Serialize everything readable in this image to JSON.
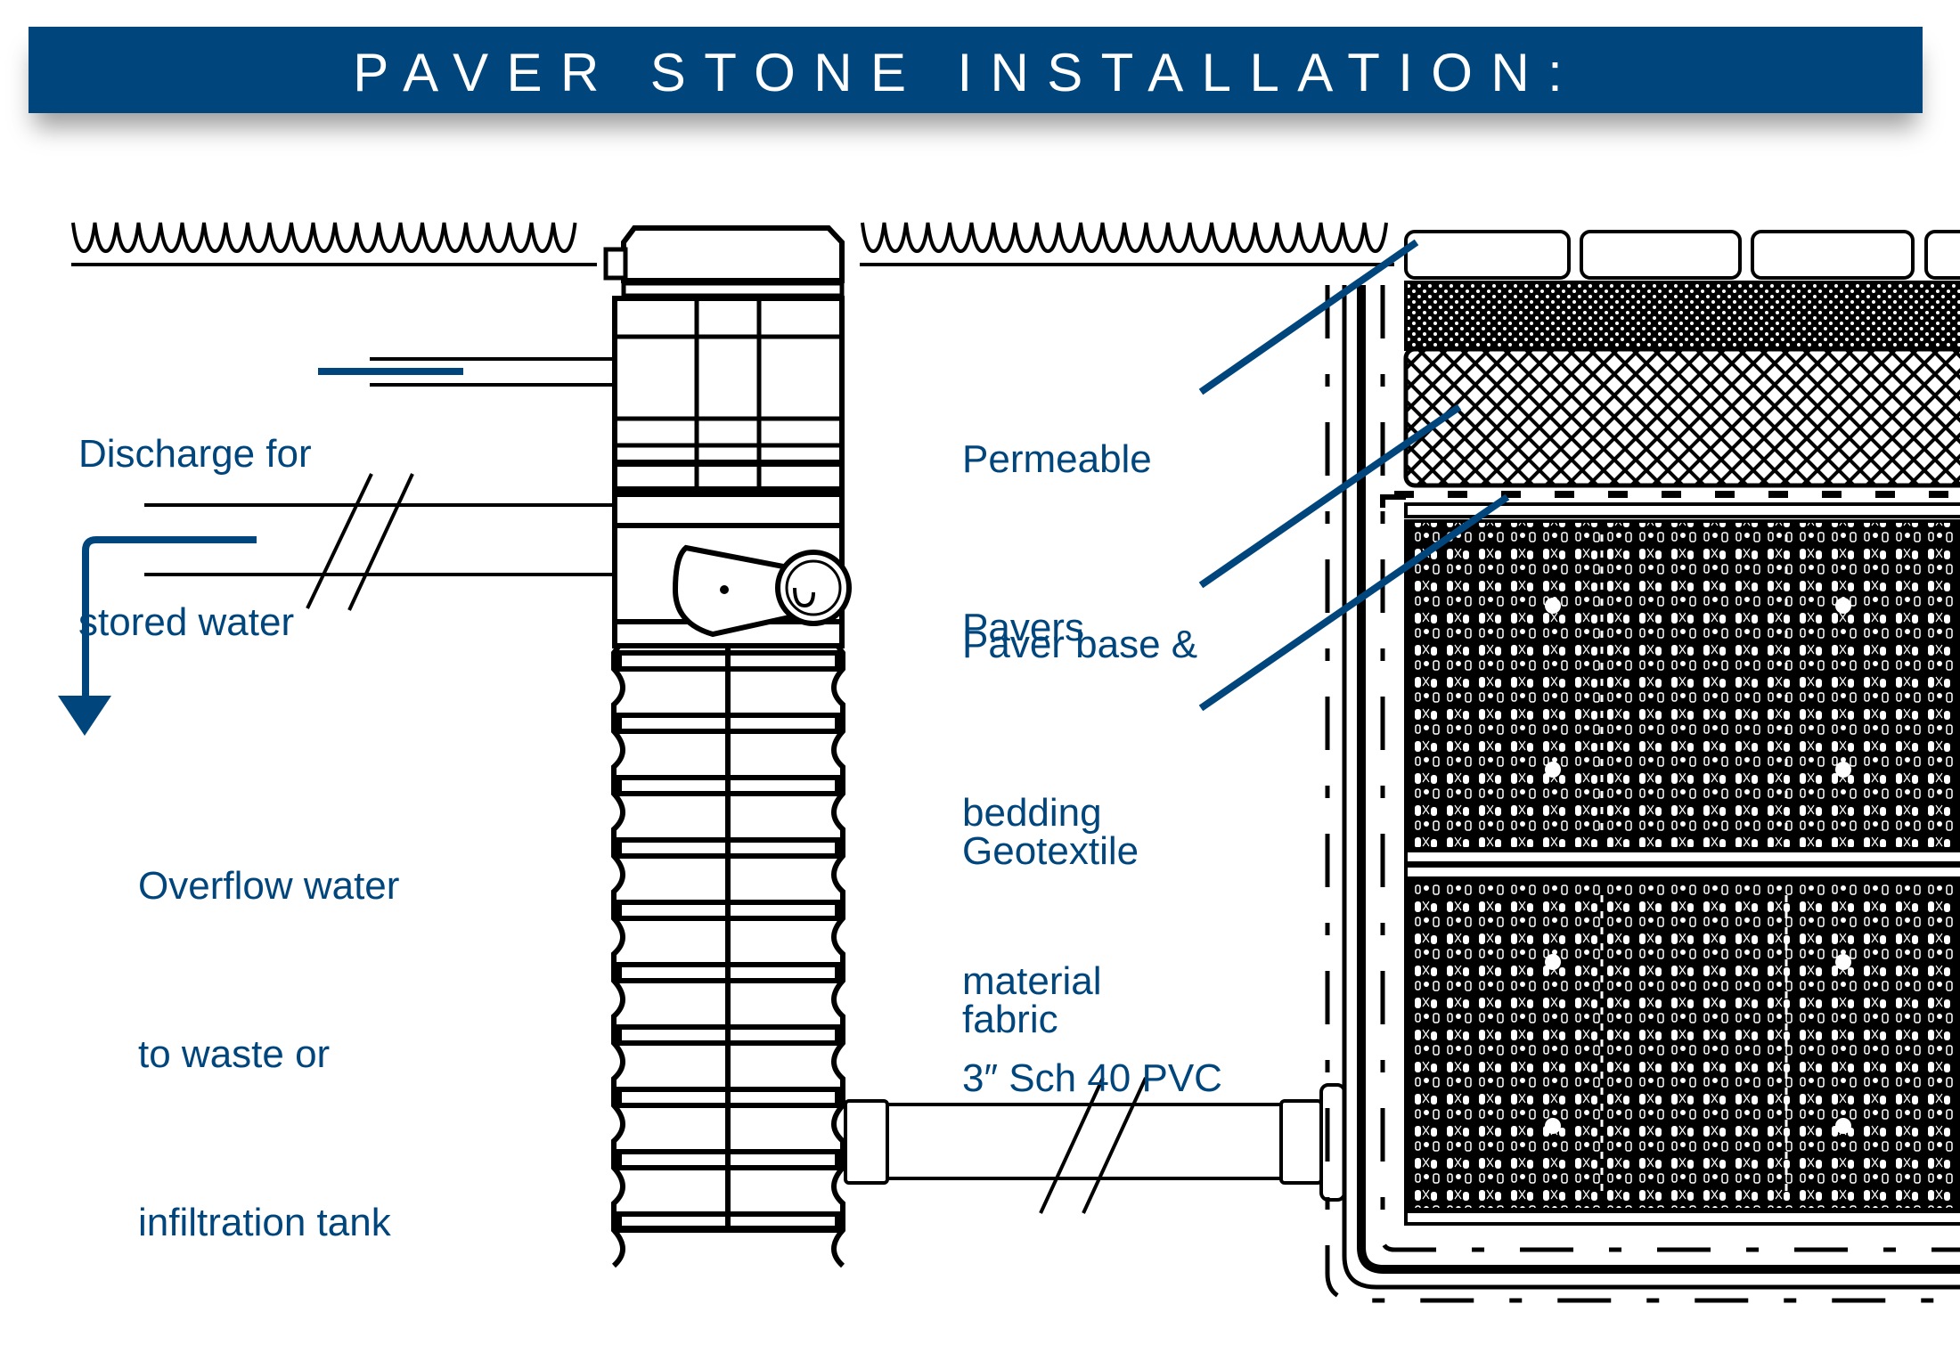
{
  "title": "PAVER STONE INSTALLATION:",
  "colors": {
    "banner": "#00467c",
    "label_text": "#00467c",
    "leader_lines": "#00467c",
    "linework": "#000000",
    "background": "#ffffff"
  },
  "labels": {
    "discharge": [
      "Discharge for",
      "stored water"
    ],
    "overflow": [
      "Overflow water",
      "to waste or",
      "infiltration tank"
    ],
    "permeable_pavers": [
      "Permeable",
      "Pavers"
    ],
    "paver_base": [
      "Paver base &",
      "bedding",
      "material"
    ],
    "geotextile": [
      "Geotextile",
      "fabric"
    ],
    "pvc": [
      "3″ Sch 40 PVC"
    ]
  },
  "components": {
    "riser": "overflow-riser",
    "tank": "infiltration-storage-tank",
    "pavers": "permeable-pavers",
    "ground": "ground-surface"
  }
}
